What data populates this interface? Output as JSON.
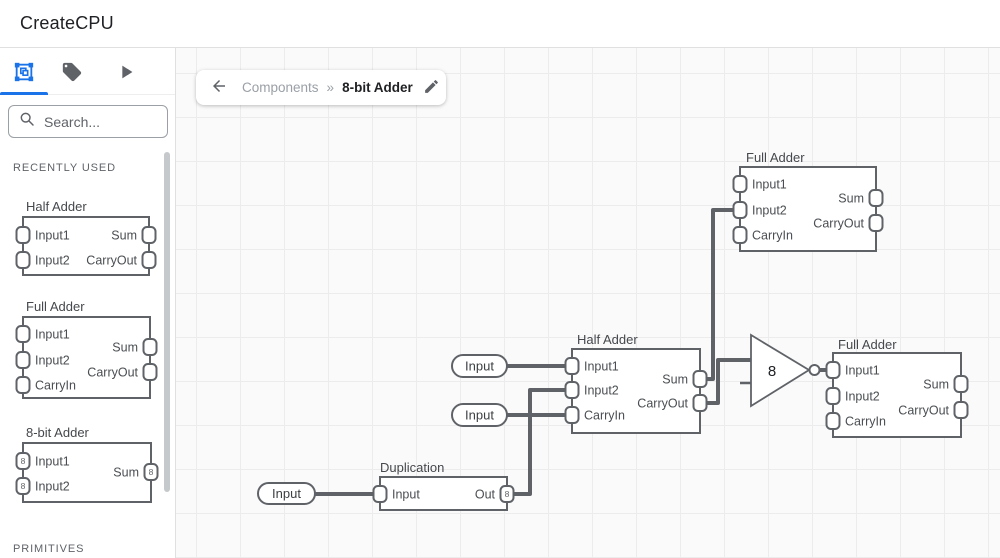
{
  "header": {
    "title": "CreateCPU"
  },
  "sidebar": {
    "search": {
      "placeholder": "Search..."
    },
    "sections": {
      "recently_used": "RECENTLY USED",
      "primitives": "PRIMITIVES"
    },
    "components": [
      {
        "title": "Half Adder",
        "inputs": [
          "Input1",
          "Input2"
        ],
        "outputs": [
          "Sum",
          "CarryOut"
        ]
      },
      {
        "title": "Full Adder",
        "inputs": [
          "Input1",
          "Input2",
          "CarryIn"
        ],
        "outputs": [
          "Sum",
          "CarryOut"
        ]
      },
      {
        "title": "8-bit Adder",
        "inputs": [
          "Input1",
          "Input2"
        ],
        "outputs": [
          "Sum"
        ],
        "bus_width": "8"
      }
    ]
  },
  "breadcrumb": {
    "parent": "Components",
    "separator": "»",
    "current": "8-bit Adder"
  },
  "canvas": {
    "pills": {
      "a": "Input",
      "b": "Input",
      "c": "Input"
    },
    "nodes": {
      "full_adder_top": {
        "title": "Full Adder",
        "inputs": [
          "Input1",
          "Input2",
          "CarryIn"
        ],
        "outputs": [
          "Sum",
          "CarryOut"
        ]
      },
      "half_adder": {
        "title": "Half Adder",
        "inputs": [
          "Input1",
          "Input2",
          "CarryIn"
        ],
        "outputs": [
          "Sum",
          "CarryOut"
        ]
      },
      "full_adder_right": {
        "title": "Full Adder",
        "inputs": [
          "Input1",
          "Input2",
          "CarryIn"
        ],
        "outputs": [
          "Sum",
          "CarryOut"
        ]
      },
      "duplication": {
        "title": "Duplication",
        "input": "Input",
        "output": "Out",
        "bus_width": "8"
      },
      "buffer": {
        "label": "8"
      }
    }
  },
  "colors": {
    "accent": "#1a73e8",
    "wire": "#5f6368",
    "canvas_bg": "#fafafa",
    "grid_line": "#ececec"
  }
}
